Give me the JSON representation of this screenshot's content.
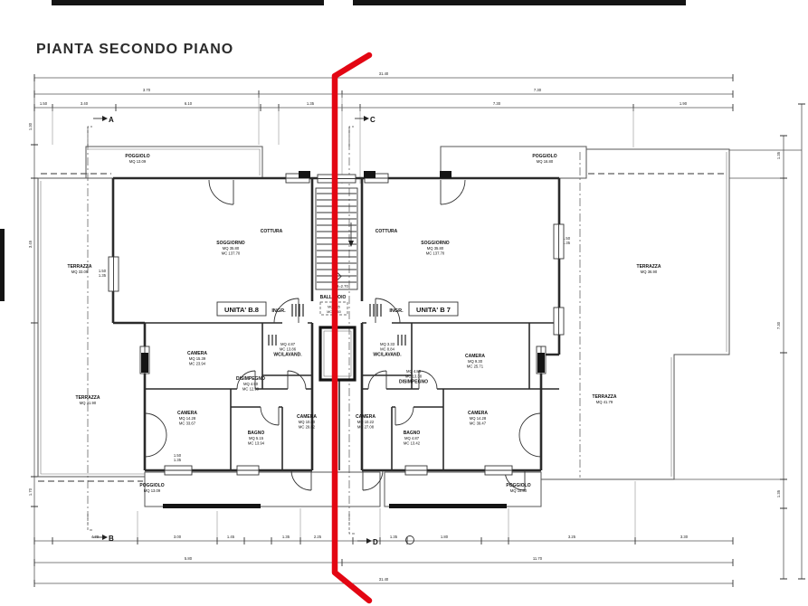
{
  "title": "PIANTA SECONDO PIANO",
  "units": {
    "left": "UNITA' B.8",
    "right": "UNITA' B 7"
  },
  "labels": {
    "ingr_left": "INGR.",
    "ingr_right": "INGR.",
    "ballatoio": "BALLATOIO",
    "ballatoio_mq": "MQ 9.85",
    "ballatoio_mc": "MC 26.60",
    "ascensore": "ASCENSORE",
    "stair_height": "H=2.70"
  },
  "rooms": {
    "poggiolo_tl": {
      "name": "POGGIOLO",
      "mq": "MQ 13.09"
    },
    "poggiolo_tr": {
      "name": "POGGIOLO",
      "mq": "MQ 16.80"
    },
    "poggiolo_bl": {
      "name": "POGGIOLO",
      "mq": "MQ 13.09"
    },
    "poggiolo_br": {
      "name": "POGGIOLO",
      "mq": "MQ 15.80"
    },
    "terrazza_l1": {
      "name": "TERRAZZA",
      "mq": "MQ 33.09"
    },
    "terrazza_l2": {
      "name": "TERRAZZA",
      "mq": "MQ 31.90"
    },
    "terrazza_r1": {
      "name": "TERRAZZA",
      "mq": "MQ 36.90"
    },
    "terrazza_r2": {
      "name": "TERRAZZA",
      "mq": "MQ 41.79"
    },
    "soggiorno_l": {
      "name": "SOGGIORNO",
      "mq": "MQ 35.80",
      "mc": "MC 137.70"
    },
    "soggiorno_r": {
      "name": "SOGGIORNO",
      "mq": "MQ 35.80",
      "mc": "MC 137.70"
    },
    "cottura_l": {
      "name": "COTTURA"
    },
    "cottura_r": {
      "name": "COTTURA"
    },
    "camera_l1": {
      "name": "CAMERA",
      "mq": "MQ 15.39",
      "mc": "MC 23.94"
    },
    "camera_l2": {
      "name": "CAMERA",
      "mq": "MQ 14.28",
      "mc": "MC 33.67"
    },
    "camera_l3": {
      "name": "CAMERA",
      "mq": "MQ 10.80",
      "mc": "MC 29.82"
    },
    "camera_r1": {
      "name": "CAMERA",
      "mq": "MQ 9.30",
      "mc": "MC 25.71"
    },
    "camera_r2": {
      "name": "CAMERA",
      "mq": "MQ 14.28",
      "mc": "MC 39.47"
    },
    "camera_r3": {
      "name": "CAMERA",
      "mq": "MQ 10.22",
      "mc": "MC 27.08"
    },
    "bagno_l": {
      "name": "BAGNO",
      "mq": "MQ 5.15",
      "mc": "MC 13.94"
    },
    "bagno_r": {
      "name": "BAGNO",
      "mq": "MQ 4.87",
      "mc": "MC 13.42"
    },
    "wc_l": {
      "name": "WC/LAVAND.",
      "mq": "MQ 4.87",
      "mc": "MC 13.86"
    },
    "wc_r": {
      "name": "WC/LAVAND.",
      "mq": "MQ 3.33",
      "mc": "MC 8.84"
    },
    "disimpegno_l": {
      "name": "DISIMPEGNO",
      "mq": "MQ 4.50",
      "mc": "MC 12.39"
    },
    "disimpegno_r": {
      "name": "DISIMPEGNO",
      "mq": "MQ 4.88",
      "mc": "MC 13.38"
    }
  },
  "sections": {
    "a": "A",
    "b": "B",
    "c": "C",
    "d": "D"
  },
  "dimensions": {
    "top_total": "31.40",
    "top_row2": [
      "3.70",
      "7.30"
    ],
    "top_row3": [
      "1.50",
      "3.40",
      "6.10",
      "1.35",
      "7.30",
      "1.90"
    ],
    "bottom_row1": [
      "4.70",
      "3.00",
      "1.45",
      "1.35",
      "2.25",
      "1.35",
      "1.80",
      "3.25",
      "3.30"
    ],
    "bottom_row2": [
      "5.80",
      "11.70"
    ],
    "bottom_total": "31.40",
    "left_col": [
      "1.30",
      "3.45",
      "1.70"
    ],
    "right_col": [
      "1.35",
      "7.30",
      "1.35"
    ],
    "window_pair": [
      "1.50",
      "1.35"
    ]
  },
  "colors": {
    "line": "#2a2a2a",
    "red": "#e30613",
    "background": "#ffffff"
  }
}
